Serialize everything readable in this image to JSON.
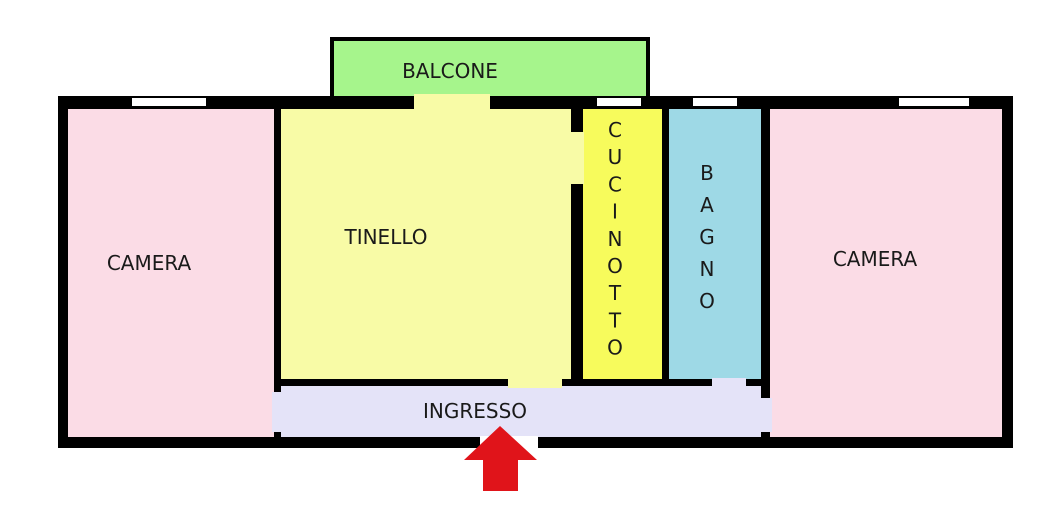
{
  "rooms": {
    "balcone": {
      "label": "BALCONE",
      "color": "#a6f58c"
    },
    "camera_left": {
      "label": "CAMERA",
      "color": "#fbdce6"
    },
    "tinello": {
      "label": "TINELLO",
      "color": "#f8fba6"
    },
    "cucinotto": {
      "label": "CUCINOTTO",
      "color": "#f7fb5c"
    },
    "bagno": {
      "label": "BAGNO",
      "color": "#9ed9e6"
    },
    "camera_right": {
      "label": "CAMERA",
      "color": "#fbdce6"
    },
    "ingresso": {
      "label": "INGRESSO",
      "color": "#e4e3f8"
    }
  },
  "colors": {
    "wall": "#000000",
    "window": "#ffffff",
    "entrance_arrow": "#e0141a"
  },
  "icons": {
    "entrance": "arrow-up-icon"
  }
}
